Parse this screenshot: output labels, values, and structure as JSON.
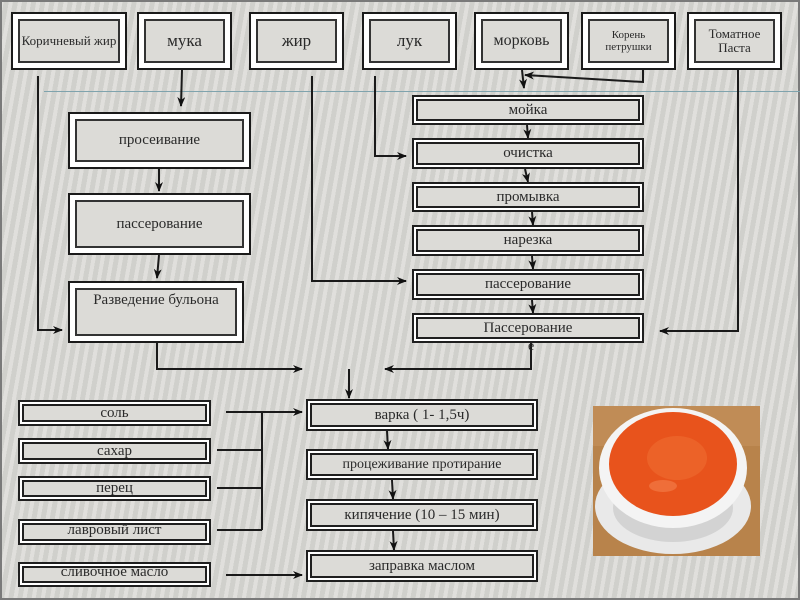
{
  "ingredients_top": [
    {
      "id": "brown-fat",
      "label": "Коричневый жир"
    },
    {
      "id": "flour",
      "label": "мука"
    },
    {
      "id": "fat",
      "label": "жир"
    },
    {
      "id": "onion",
      "label": "лук"
    },
    {
      "id": "carrot",
      "label": "морковь"
    },
    {
      "id": "parsley-root",
      "label": "Корень петрушки"
    },
    {
      "id": "tomato-paste",
      "label": "Томатное Паста"
    }
  ],
  "left_column": [
    {
      "id": "sifting",
      "label": "просеивание"
    },
    {
      "id": "sauteing-flour",
      "label": "пассерование"
    },
    {
      "id": "broth-dilution",
      "label": "Разведение бульона"
    }
  ],
  "vegetable_steps": [
    {
      "id": "washing",
      "label": "мойка"
    },
    {
      "id": "peeling",
      "label": "очистка"
    },
    {
      "id": "rinsing",
      "label": "промывка"
    },
    {
      "id": "cutting",
      "label": "нарезка"
    },
    {
      "id": "sauteing-veg",
      "label": "пассерование"
    },
    {
      "id": "sauteing-tomato",
      "label": "Пассерование"
    }
  ],
  "overflow_char": "е",
  "seasonings": [
    {
      "id": "salt",
      "label": "соль"
    },
    {
      "id": "sugar",
      "label": "сахар"
    },
    {
      "id": "pepper",
      "label": "перец"
    },
    {
      "id": "bay-leaf",
      "label": "лавровый лист"
    },
    {
      "id": "butter",
      "label": "сливочное масло"
    }
  ],
  "final_steps": [
    {
      "id": "boiling",
      "label": "варка ( 1- 1,5ч)"
    },
    {
      "id": "straining",
      "label": "процеживание протирание"
    },
    {
      "id": "simmering",
      "label": "кипячение (10 – 15 мин)"
    },
    {
      "id": "dressing",
      "label": "заправка маслом"
    }
  ],
  "photo": {
    "alt": "тарелка томатного супа-пюре",
    "soup_color": "#e8531c",
    "plate_color": "#f2f2f2",
    "table_color": "#b8834b"
  }
}
